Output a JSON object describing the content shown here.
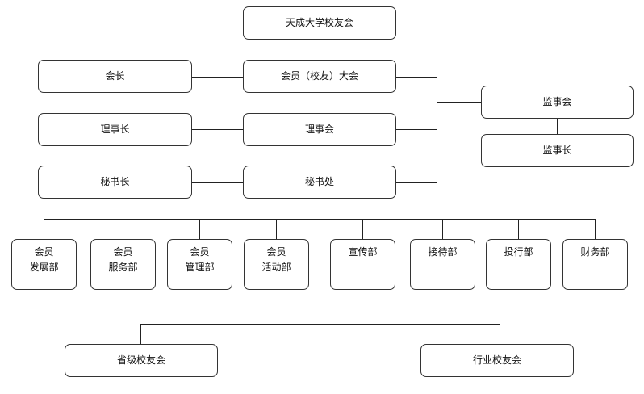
{
  "org": {
    "top": "天成大学校友会",
    "assembly": "会员（校友）大会",
    "president": "会长",
    "board_chair": "理事长",
    "board": "理事会",
    "secretary_general": "秘书长",
    "secretariat": "秘书处",
    "supervisory_board": "监事会",
    "supervisory_chair": "监事长",
    "departments": [
      {
        "line1": "会员",
        "line2": "发展部"
      },
      {
        "line1": "会员",
        "line2": "服务部"
      },
      {
        "line1": "会员",
        "line2": "管理部"
      },
      {
        "line1": "会员",
        "line2": "活动部"
      },
      {
        "line1": "宣传部",
        "line2": ""
      },
      {
        "line1": "接待部",
        "line2": ""
      },
      {
        "line1": "投行部",
        "line2": ""
      },
      {
        "line1": "财务部",
        "line2": ""
      }
    ],
    "provincial": "省级校友会",
    "industry": "行业校友会"
  }
}
